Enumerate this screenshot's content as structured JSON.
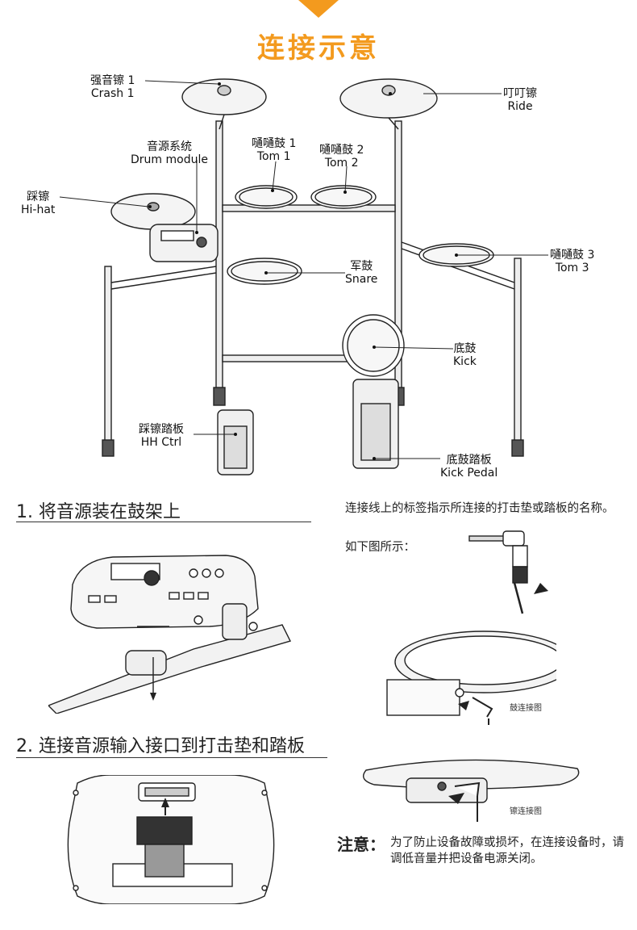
{
  "header": {
    "title": "连接示意"
  },
  "labels": {
    "crash": {
      "zh": "强音镲 1",
      "en": "Crash 1"
    },
    "ride": {
      "zh": "叮叮镲",
      "en": "Ride"
    },
    "drum_module": {
      "zh": "音源系统",
      "en": "Drum module"
    },
    "tom1": {
      "zh": "嗵嗵鼓 1",
      "en": "Tom 1"
    },
    "tom2": {
      "zh": "嗵嗵鼓 2",
      "en": "Tom 2"
    },
    "hihat": {
      "zh": "踩镲",
      "en": "Hi-hat"
    },
    "tom3": {
      "zh": "嗵嗵鼓 3",
      "en": "Tom 3"
    },
    "snare": {
      "zh": "军鼓",
      "en": "Snare"
    },
    "kick": {
      "zh": "底鼓",
      "en": "Kick"
    },
    "hh_ctrl": {
      "zh": "踩镲踏板",
      "en": "HH Ctrl"
    },
    "kick_pedal": {
      "zh": "底鼓踏板",
      "en": "Kick Pedal"
    }
  },
  "steps": [
    {
      "title": "1. 将音源装在鼓架上"
    },
    {
      "title": "2.  连接音源输入接口到打击垫和踏板"
    }
  ],
  "cable_info": {
    "text": "连接线上的标签指示所连接的打击垫或踏板的名称。",
    "sub": "如下图所示："
  },
  "captions": {
    "drum": "鼓连接图",
    "cymbal": "镲连接图"
  },
  "note": {
    "label": "注意：",
    "text": "为了防止设备故障或损坏，在连接设备时，请调低音量并把设备电源关闭。"
  },
  "colors": {
    "accent": "#f39a1e",
    "line": "#222222"
  }
}
